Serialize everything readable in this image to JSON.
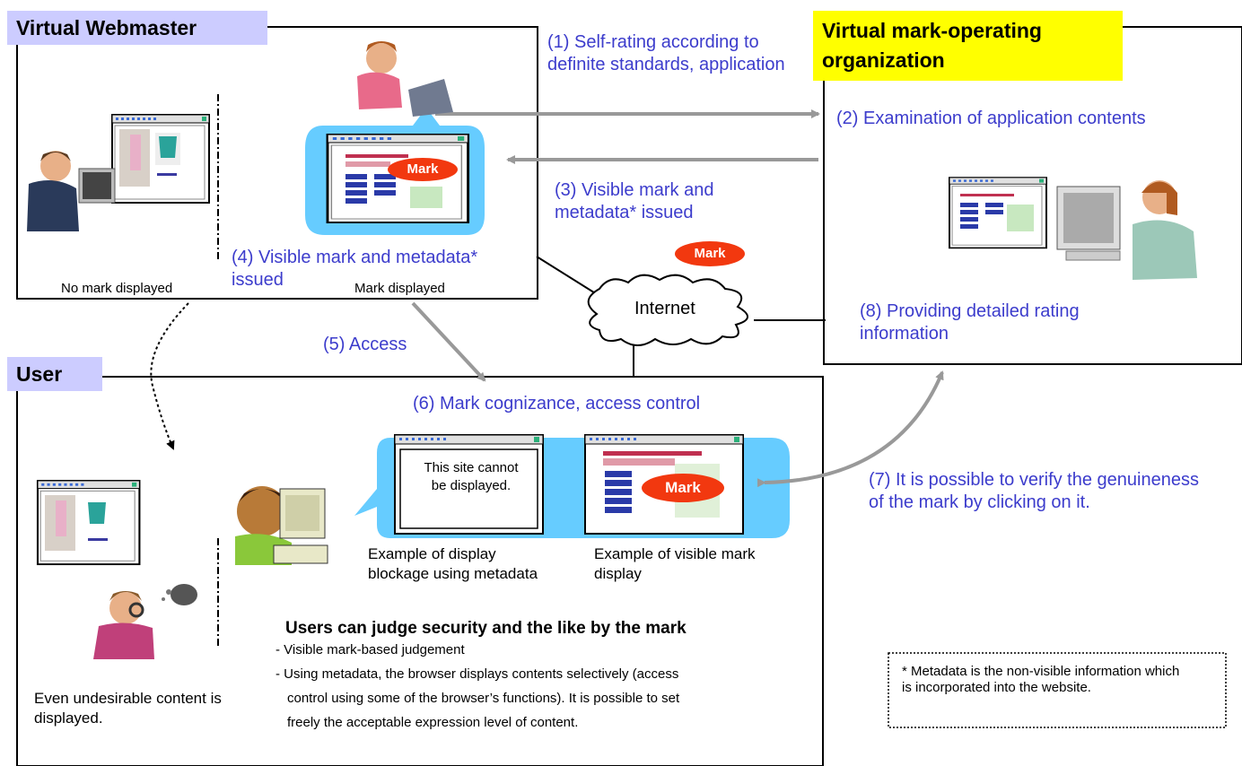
{
  "sections": {
    "webmaster": {
      "title": "Virtual Webmaster"
    },
    "organization": {
      "title": "Virtual mark-operating organization"
    },
    "user": {
      "title": "User"
    }
  },
  "steps": {
    "s1": "(1) Self-rating according to definite standards, application",
    "s2": "(2) Examination of application contents",
    "s3": "(3) Visible mark and metadata* issued",
    "s4": "(4) Visible mark and metadata* issued",
    "s5": "(5) Access",
    "s6": "(6) Mark cognizance, access control",
    "s7": "(7) It is possible to verify the genuineness of the mark by clicking on it.",
    "s8": "(8) Providing detailed rating information"
  },
  "labels": {
    "no_mark": "No mark displayed",
    "mark_displayed": "Mark displayed",
    "internet": "Internet",
    "mark": "Mark",
    "blocked_msg": "This site cannot be displayed.",
    "example_block": "Example of display blockage using metadata",
    "example_visible": "Example of visible mark display",
    "undesirable": "Even undesirable content is displayed."
  },
  "summary": {
    "heading": "Users can judge security and the like by the mark",
    "bullets": [
      "- Visible mark-based judgement",
      "- Using metadata, the browser displays contents selectively  (access",
      "control using some of the browser’s functions). It is possible to set",
      "freely the acceptable expression level of content."
    ]
  },
  "footnote": "* Metadata is the non-visible information which is incorporated into the website.",
  "colors": {
    "step_text": "#3c3ccc",
    "mark": "#f2380f",
    "header_bg": "#ccccff",
    "org_header_bg": "#ffff00",
    "bubble": "#66ccff"
  }
}
